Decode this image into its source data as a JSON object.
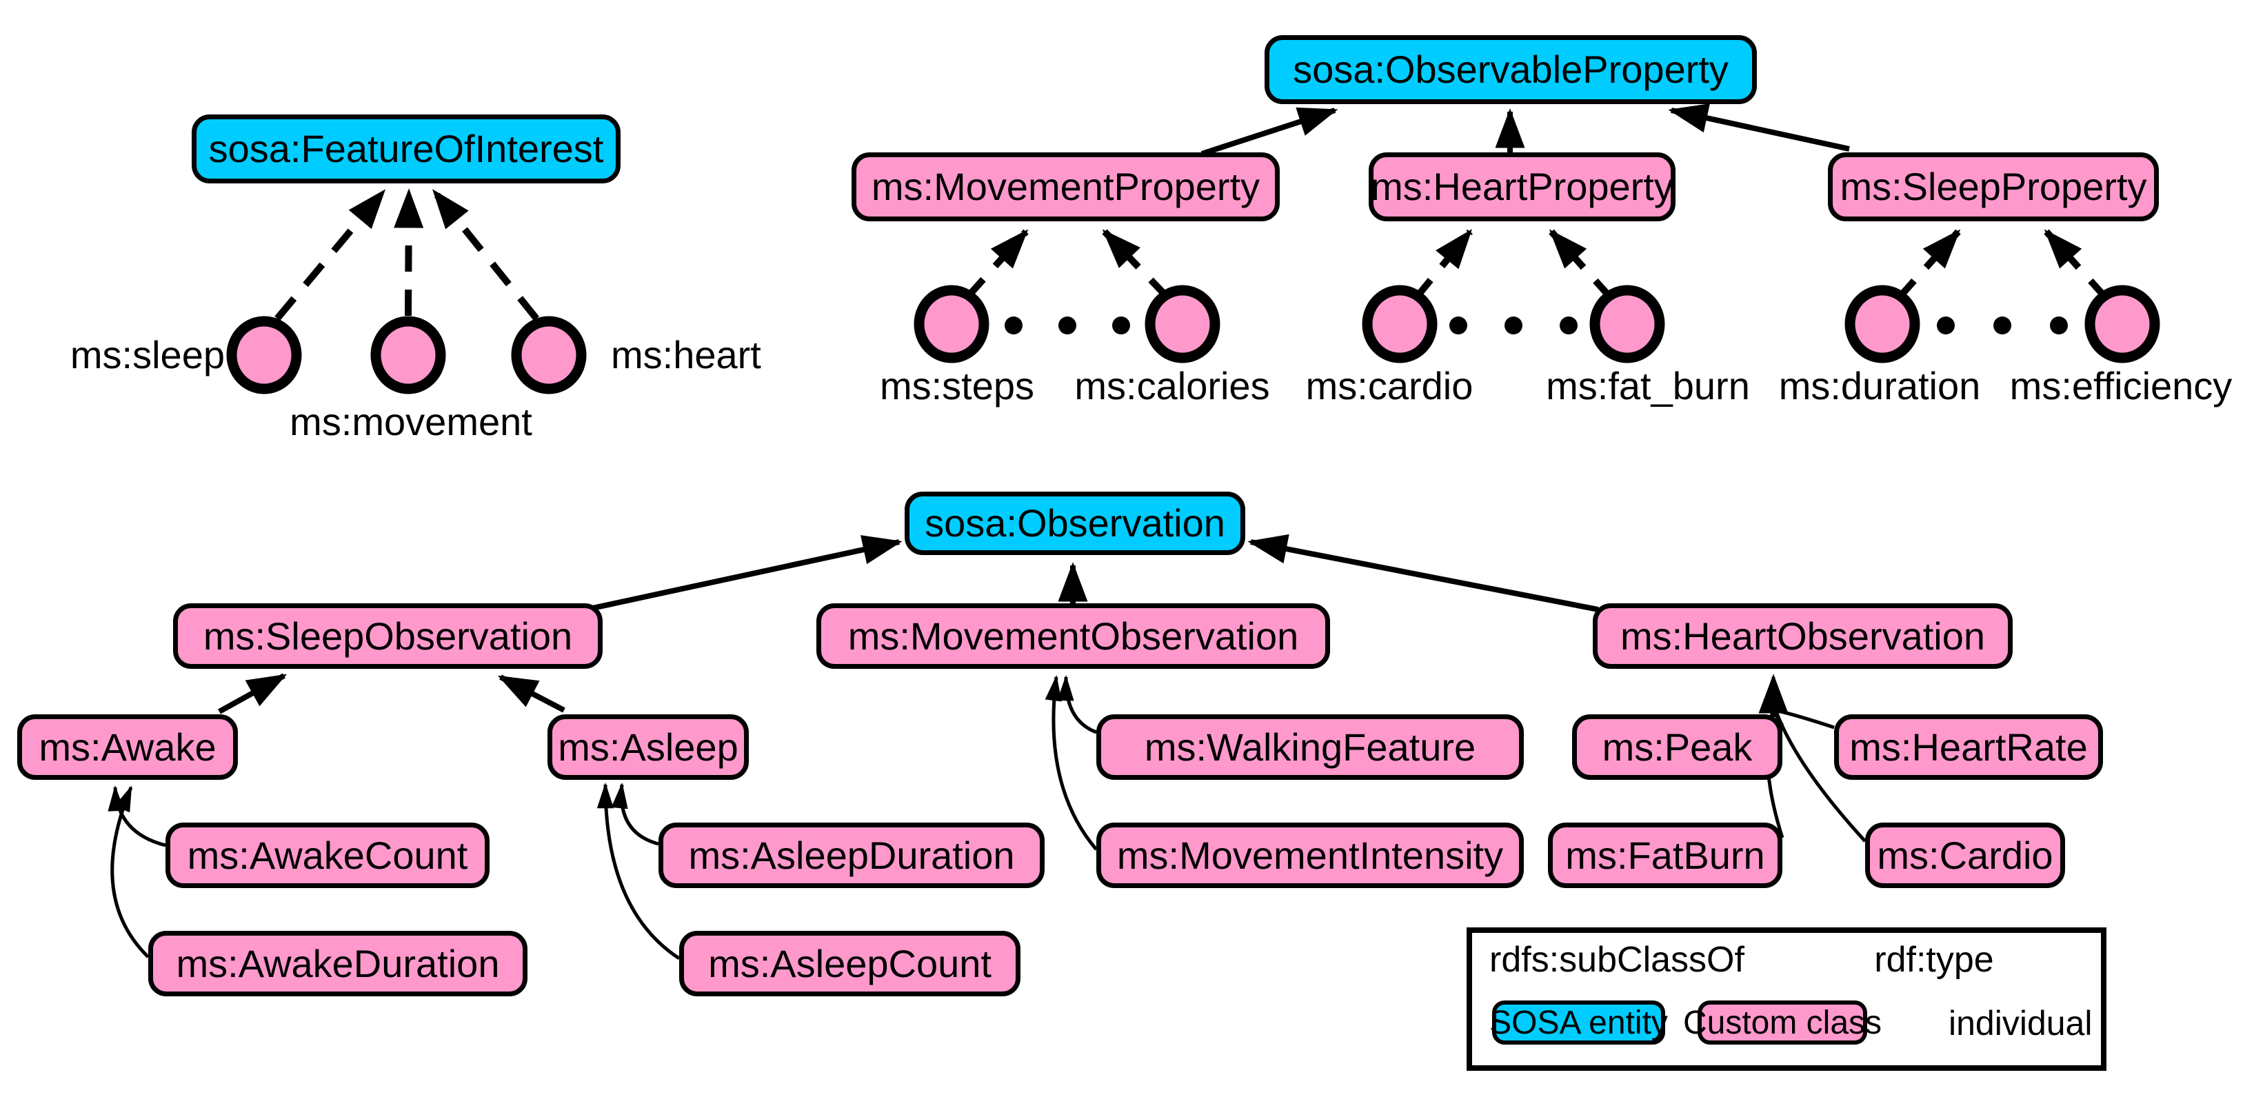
{
  "colors": {
    "sosa_blue": "#00CCFF",
    "custom_pink": "#FF99CC",
    "outline": "#000000",
    "background": "#FFFFFF"
  },
  "diagram": {
    "feature_of_interest": {
      "root": "sosa:FeatureOfInterest",
      "individuals": [
        {
          "label": "ms:sleep"
        },
        {
          "label": "ms:movement"
        },
        {
          "label": "ms:heart"
        }
      ]
    },
    "observable_property": {
      "root": "sosa:ObservableProperty",
      "subclasses": [
        {
          "label": "ms:MovementProperty",
          "individuals": [
            {
              "label": "ms:steps"
            },
            {
              "label": "ms:calories"
            }
          ]
        },
        {
          "label": "ms:HeartProperty",
          "individuals": [
            {
              "label": "ms:cardio"
            },
            {
              "label": "ms:fat_burn"
            }
          ]
        },
        {
          "label": "ms:SleepProperty",
          "individuals": [
            {
              "label": "ms:duration"
            },
            {
              "label": "ms:efficiency"
            }
          ]
        }
      ]
    },
    "observation": {
      "root": "sosa:Observation",
      "subclasses": [
        {
          "label": "ms:SleepObservation",
          "subclasses": [
            {
              "label": "ms:Awake",
              "subclasses": [
                {
                  "label": "ms:AwakeCount"
                },
                {
                  "label": "ms:AwakeDuration"
                }
              ]
            },
            {
              "label": "ms:Asleep",
              "subclasses": [
                {
                  "label": "ms:AsleepDuration"
                },
                {
                  "label": "ms:AsleepCount"
                }
              ]
            }
          ]
        },
        {
          "label": "ms:MovementObservation",
          "subclasses": [
            {
              "label": "ms:WalkingFeature"
            },
            {
              "label": "ms:MovementIntensity"
            }
          ]
        },
        {
          "label": "ms:HeartObservation",
          "subclasses": [
            {
              "label": "ms:Peak"
            },
            {
              "label": "ms:HeartRate"
            },
            {
              "label": "ms:FatBurn"
            },
            {
              "label": "ms:Cardio"
            }
          ]
        }
      ]
    }
  },
  "legend": {
    "subclassof_label": "rdfs:subClassOf",
    "rdftype_label": "rdf:type",
    "sosa_entity_label": "SOSA entity",
    "custom_class_label": "Custom class",
    "individual_label": "individual"
  }
}
